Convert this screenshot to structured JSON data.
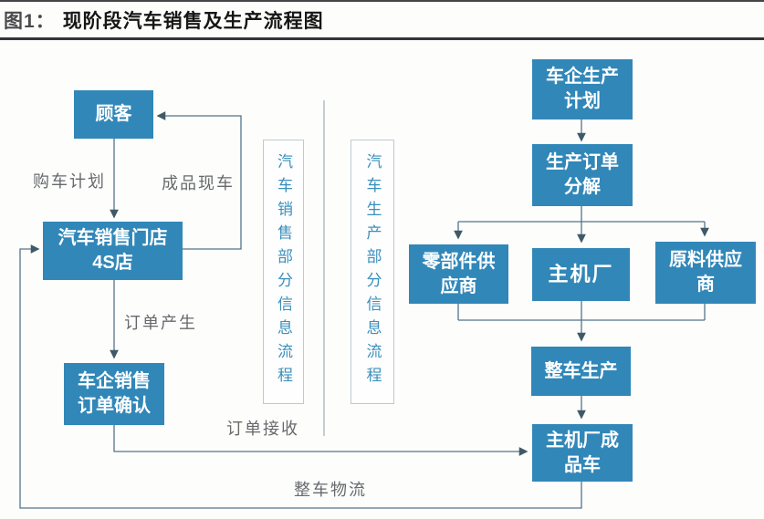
{
  "figure": {
    "tag": "图1：",
    "title": "现阶段汽车销售及生产流程图"
  },
  "nodes": {
    "customer": "顾客",
    "dealer": "汽车销售门店\n4S店",
    "sales_order_confirm": "车企销售\n订单确认",
    "production_plan": "车企生产\n计划",
    "order_breakdown": "生产订单\n分解",
    "parts_supplier": "零部件供\n应商",
    "oem": "主机厂",
    "material_supplier": "原料供应\n商",
    "vehicle_production": "整车生产",
    "finished_vehicle": "主机厂成\n品车"
  },
  "panels": {
    "sales_info_flow": "汽车销售部分信息流程",
    "production_info_flow": "汽车生产部分信息流程"
  },
  "edge_labels": {
    "purchase_plan": "购车计划",
    "finished_car_delivery": "成品现车",
    "order_generation": "订单产生",
    "order_receipt": "订单接收",
    "vehicle_logistics": "整车物流"
  },
  "colors": {
    "node_fill": "#3187b8",
    "node_text": "#ffffff",
    "connector_line": "#54748a",
    "arrowhead": "#3f5a66",
    "divider_line": "#a9b4bb",
    "edge_label_text": "#67696c",
    "panel_text": "#3a8fbc",
    "title_tag_text": "#4b4b4d",
    "title_text": "#161616"
  }
}
